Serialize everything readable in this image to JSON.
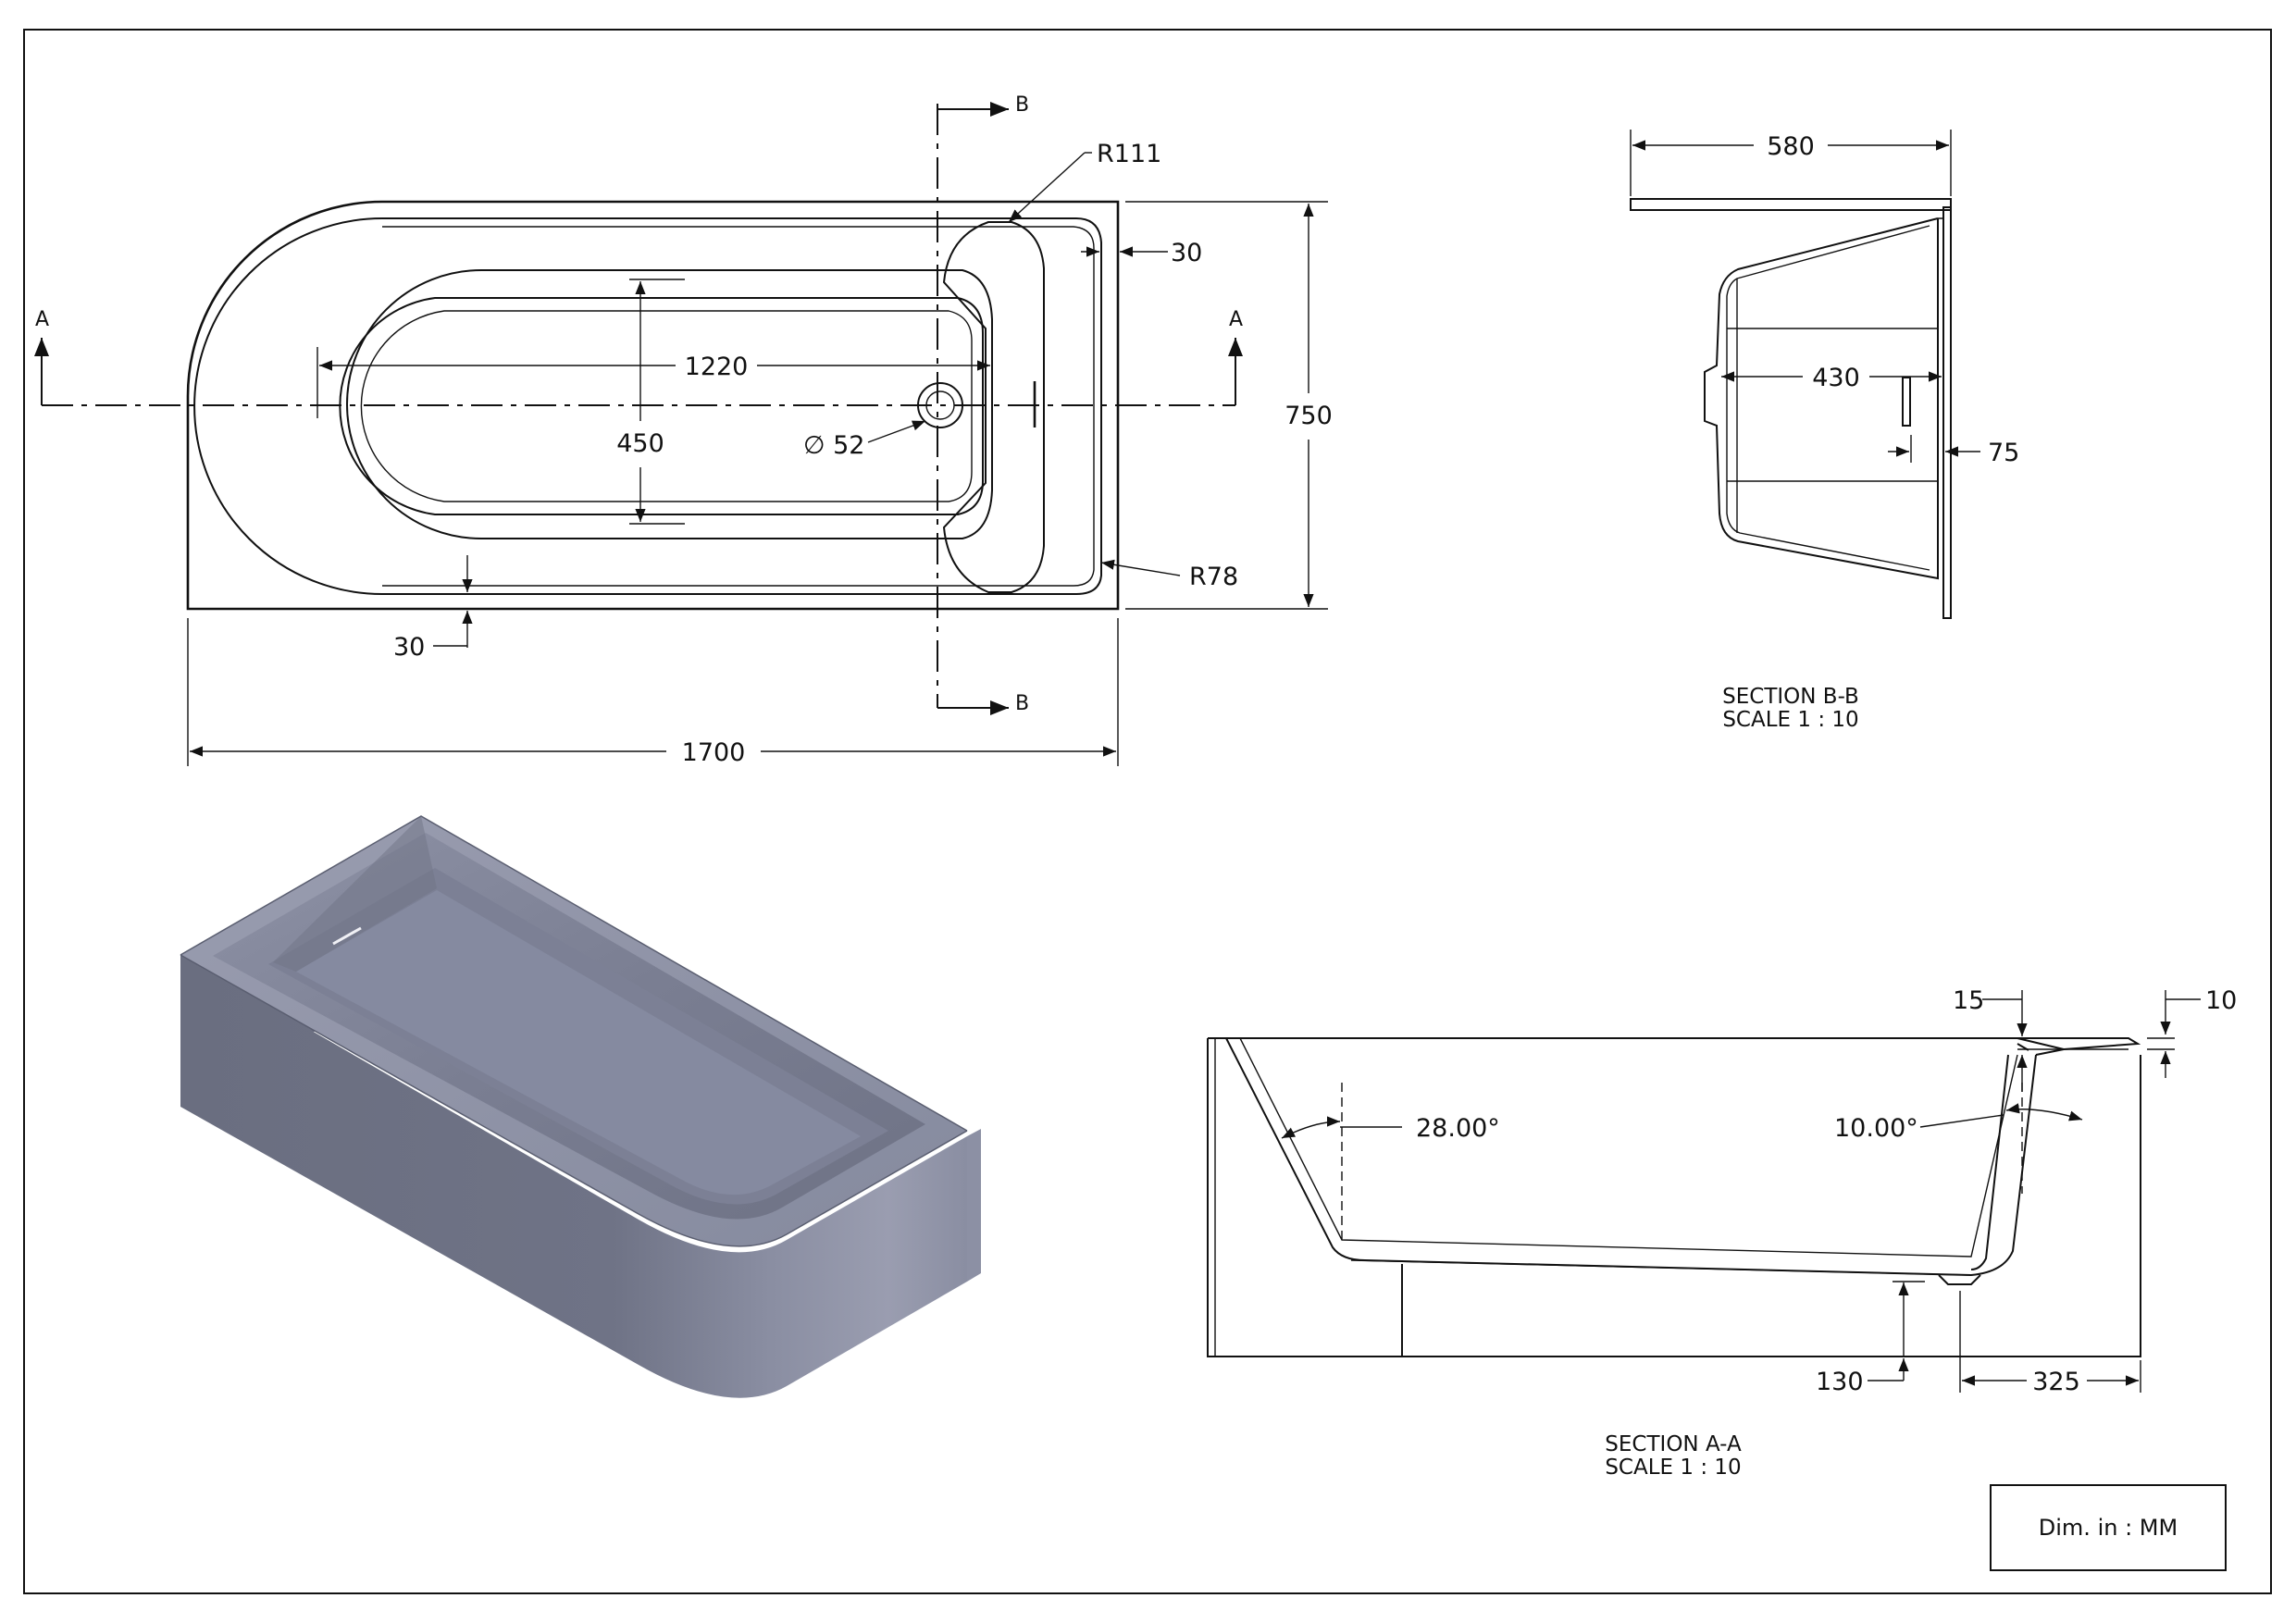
{
  "plan_view": {
    "dims": {
      "length": "1700",
      "width": "750",
      "inner_length": "1220",
      "inner_width": "450",
      "waste_diameter": "∅ 52",
      "rim_side": "30",
      "rim_front": "30",
      "radius_head": "R111",
      "radius_corner": "R78"
    },
    "cut_labels": {
      "a_left": "A",
      "a_right": "A",
      "b_top": "B",
      "b_bottom": "B"
    }
  },
  "section_bb": {
    "title": "SECTION B-B",
    "scale": "SCALE 1 : 10",
    "dims": {
      "width": "580",
      "inner": "430",
      "offset": "75"
    }
  },
  "section_aa": {
    "title": "SECTION A-A",
    "scale": "SCALE 1 : 10",
    "dims": {
      "angle_left": "28.00°",
      "angle_right": "10.00°",
      "rim_top": "15",
      "rim_edge": "10",
      "waste_height": "130",
      "waste_offset": "325"
    }
  },
  "iso_view": {
    "body_color": "#7c8096",
    "dark_color": "#5f6376",
    "light_color": "#a3a6b8"
  },
  "units": {
    "text": "Dim. in :  MM"
  }
}
